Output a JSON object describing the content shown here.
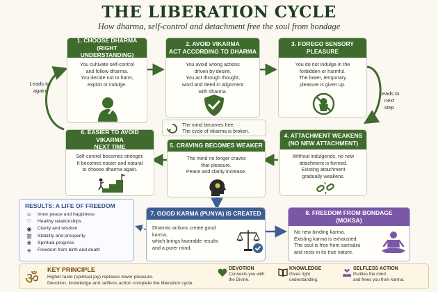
{
  "title": "THE LIBERATION CYCLE",
  "subtitle": "How dharma, self-control and detachment free the soul from bondage",
  "colors": {
    "green": "#3f6b2c",
    "blue": "#3e5f93",
    "purple": "#7a58a6",
    "arrow": "#3f6b2c"
  },
  "steps": [
    {
      "head1": "1. CHOOSE DHARMA",
      "head2": "(RIGHT UNDERSTANDING)",
      "lines": [
        "You cultivate self-control",
        "and follow dharma.",
        "You decide not to harm,",
        "exploit or indulge."
      ],
      "icon": "thinking-person-icon"
    },
    {
      "head1": "2. AVOID VIKARMA",
      "head2": "ACT ACCORDING TO DHARMA",
      "lines": [
        "You avoid wrong actions",
        "driven by desire.",
        "You act through thought,",
        "word and deed in alignment",
        "with dharma."
      ],
      "icon": "shield-check-icon"
    },
    {
      "head1": "3. FOREGO SENSORY",
      "head2": "PLEASURE",
      "lines": [
        "You do not indulge in the",
        "forbidden or harmful.",
        "The lower, temporary",
        "pleasure is given up."
      ],
      "icon": "no-dessert-icon"
    },
    {
      "head1": "4. ATTACHMENT WEAKENS",
      "head2": "(NO NEW ATTACHMENT)",
      "lines": [
        "Without indulgence, no new",
        "attachment is formed.",
        "Existing attachment",
        "gradually weakens."
      ],
      "icon": "broken-chain-icon"
    },
    {
      "head1": "5. CRAVING BECOMES WEAKER",
      "head2": "",
      "lines": [
        "The mind no longer craves",
        "that pleasure.",
        "Peace and clarity increase."
      ],
      "icon": "calm-head-icon"
    },
    {
      "head1": "6. EASIER TO AVOID VIKARMA",
      "head2": "NEXT TIME",
      "lines": [
        "Self-control becomes stronger.",
        "It becomes easier and natural",
        "to choose dharma again."
      ],
      "icon": "climbing-stairs-icon"
    },
    {
      "head1": "7. GOOD KARMA (PUNYA) IS CREATED",
      "head2": "",
      "lines": [
        "Dharmic actions create good karma,",
        "which brings favorable results",
        "and a purer mind."
      ],
      "icon": "balance-scale-icon"
    },
    {
      "head1": "8. FREEDOM FROM BONDAGE",
      "head2": "(MOKSA)",
      "lines": [
        "No new binding karma.",
        "Existing karma is exhausted.",
        "The soul is free from samsāra",
        "and rests in its true nature."
      ],
      "icon": "meditating-person-icon"
    }
  ],
  "labels": {
    "leads_to_again": [
      "Leads to",
      "again"
    ],
    "leads_to_next": [
      "Leads to",
      "next",
      "step"
    ]
  },
  "note": [
    "The mind becomes free.",
    "The cycle of vikarma is broken."
  ],
  "results": {
    "title": "RESULTS: A LIFE OF FREEDOM",
    "items": [
      {
        "icon": "smile-icon",
        "text": "Inner peace and happiness"
      },
      {
        "icon": "heart-icon",
        "text": "Healthy relationships"
      },
      {
        "icon": "eye-icon",
        "text": "Clarity and wisdom"
      },
      {
        "icon": "bar-chart-icon",
        "text": "Stability and prosperity"
      },
      {
        "icon": "lotus-icon",
        "text": "Spiritual progress"
      },
      {
        "icon": "wheel-icon",
        "text": "Freedom from birth and death"
      }
    ]
  },
  "key_principle": {
    "symbol": "ॐ",
    "title": "KEY PRINCIPLE",
    "lines": [
      "Higher taste (spiritual joy) replaces lower pleasure.",
      "Devotion, knowledge and selfless action complete the liberation cycle."
    ]
  },
  "paths": [
    {
      "icon": "heart-icon",
      "title": "DEVOTION",
      "lines": [
        "Connects you with",
        "the Divine."
      ]
    },
    {
      "icon": "book-icon",
      "title": "KNOWLEDGE",
      "lines": [
        "Gives right",
        "understanding."
      ]
    },
    {
      "icon": "helping-hands-icon",
      "title": "SELFLESS ACTION",
      "lines": [
        "Purifies the mind",
        "and frees you from karma."
      ]
    }
  ]
}
